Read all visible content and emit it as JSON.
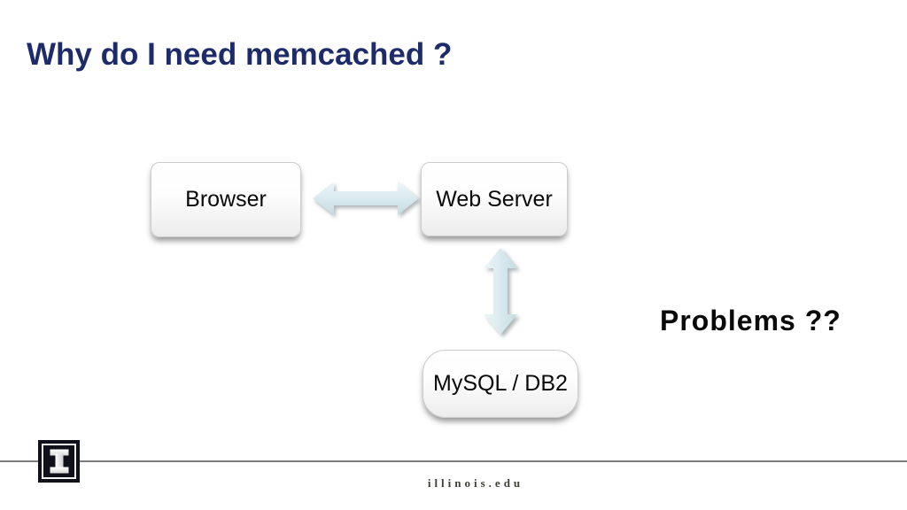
{
  "slide": {
    "title": "Why do I need memcached ?",
    "annotation": "Problems ??"
  },
  "diagram": {
    "nodes": [
      {
        "id": "browser",
        "label": "Browser"
      },
      {
        "id": "web-server",
        "label": "Web Server"
      },
      {
        "id": "database",
        "label": "MySQL / DB2"
      }
    ],
    "connections": [
      {
        "from": "browser",
        "to": "web-server",
        "type": "double-headed-arrow",
        "orientation": "horizontal"
      },
      {
        "from": "web-server",
        "to": "database",
        "type": "double-headed-arrow",
        "orientation": "vertical"
      }
    ]
  },
  "footer": {
    "site": "illinois.edu",
    "logo_letter": "I"
  },
  "colors": {
    "title": "#1d2b6b",
    "body_text": "#0a0a0a",
    "arrow_fill": "#d7e9ee",
    "footer_text": "#3f3f38",
    "footer_rule": "#7d7d7d",
    "logo_background": "#10101a"
  }
}
